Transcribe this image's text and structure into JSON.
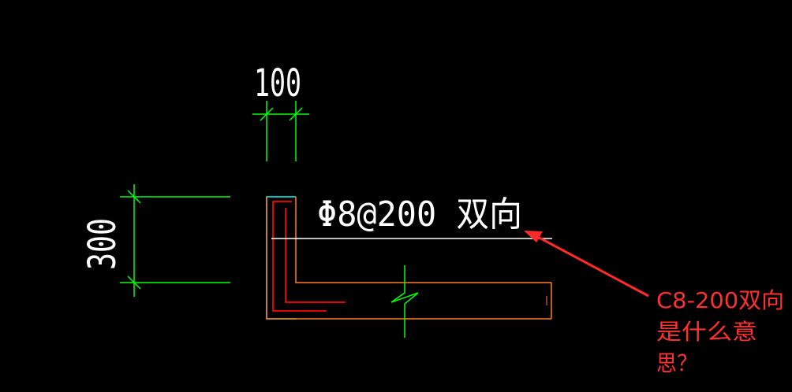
{
  "drawing": {
    "dim_width_label": "100",
    "dim_height_label": "300",
    "rebar_label": "Φ8@200 双向"
  },
  "question": {
    "line1": "C8-200双向",
    "line2": "是什么意",
    "line3": "思？"
  },
  "colors": {
    "background": "#000000",
    "dimension": "#00ff00",
    "text": "#ffffff",
    "rebar": "#ff0000",
    "outline": "#ff7f27",
    "formwork": "#00ffff",
    "arrow": "#ff2a2a"
  }
}
